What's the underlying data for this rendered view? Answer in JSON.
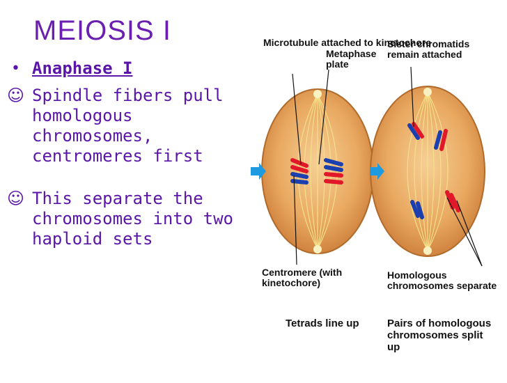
{
  "slide": {
    "title": "MEIOSIS I",
    "bullets": [
      {
        "marker": "•",
        "text": "Anaphase I"
      },
      {
        "marker": "☺",
        "text": "Spindle fibers pull homologous chromosomes, centromeres first"
      },
      {
        "marker": "☺",
        "text": "This separate the chromosomes into two haploid sets"
      }
    ]
  },
  "diagram": {
    "labels": {
      "microtubule": "Microtubule attached to kinetochore",
      "metaphase_plate": "Metaphase plate",
      "sister_chromatids": "Sister chromatids remain attached",
      "centromere": "Centromere (with kinetochore)",
      "homologous_separate": "Homologous chromosomes separate",
      "caption_left": "Tetrads line up",
      "caption_right": "Pairs of homologous chromosomes split up"
    },
    "colors": {
      "cell": "#d9924a",
      "cell_light": "#f6cf96",
      "arrow": "#1e9be0",
      "chrom_red": "#e0182a",
      "chrom_blue": "#1c3fb0",
      "text_purple": "#5a16a8"
    }
  }
}
